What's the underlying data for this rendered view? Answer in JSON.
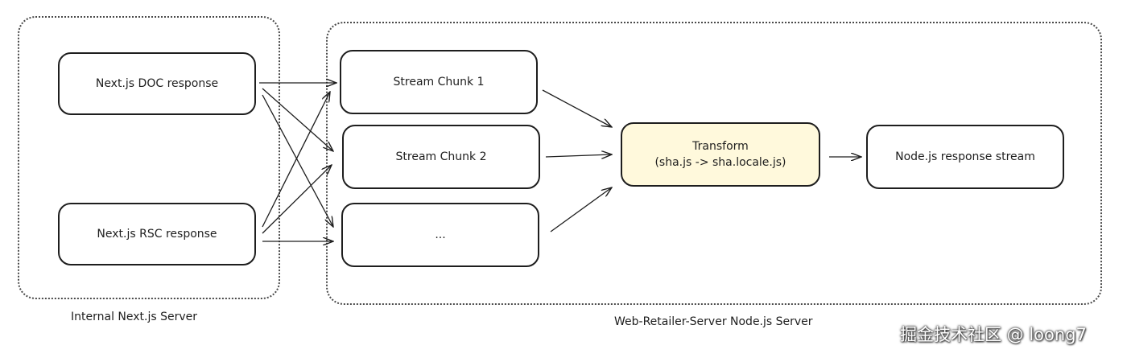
{
  "groups": {
    "internal": {
      "label": "Internal Next.js Server"
    },
    "retailer": {
      "label": "Web-Retailer-Server Node.js Server"
    }
  },
  "nodes": {
    "doc": "Next.js DOC response",
    "rsc": "Next.js RSC response",
    "chunk1": "Stream Chunk 1",
    "chunk2": "Stream Chunk 2",
    "chunk3": "...",
    "transform": "Transform\n(sha.js -> sha.locale.js)",
    "stream": "Node.js response stream"
  },
  "watermark": "掘金技术社区 @ loong7",
  "colors": {
    "stroke": "#1e1e1e",
    "highlight": "#fff9dc"
  }
}
